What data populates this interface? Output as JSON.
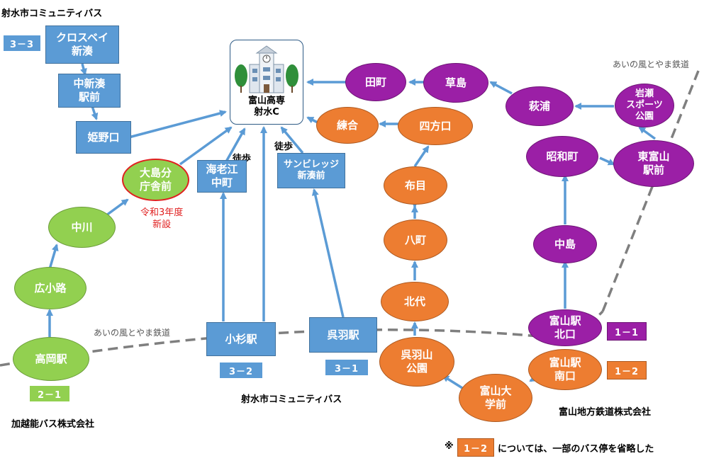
{
  "operators": {
    "imizu_top": "射水市コミュニティバス",
    "imizu_bottom": "射水市コミュニティバス",
    "kaetsuno": "加越能バス株式会社",
    "toyama_chitetsu": "富山地方鉄道株式会社"
  },
  "railway_labels": {
    "west": "あいの風とやま鉄道",
    "east": "あいの風とやま鉄道"
  },
  "walk_labels": {
    "ebie": "徒歩",
    "sun_village": "徒歩"
  },
  "new_stop_note": "令和3年度\n新設",
  "footnote": {
    "prefix": "※",
    "tag": "1－2",
    "text": "については、一部のバス停を省略した"
  },
  "destination": {
    "name": "富山高専\n射水C",
    "icon": "school-building-icon"
  },
  "route_tags": {
    "r33": "3－3",
    "r32": "3－2",
    "r31": "3－1",
    "r21": "2－1",
    "r11": "1－1",
    "r12": "1－2"
  },
  "stops": {
    "closs_bay": "クロスベイ\n新湊",
    "naka_shinminato": "中新湊\n駅前",
    "himenokuchi": "姫野口",
    "ebie_nakamachi": "海老江\n中町",
    "sun_village": "サンビレッジ\n新湊前",
    "kosugi": "小杉駅",
    "kureha": "呉羽駅",
    "oshimabun": "大島分\n庁舎前",
    "nakagawa": "中川",
    "hirokoji": "広小路",
    "takaoka": "高岡駅",
    "tamachi": "田町",
    "kusajima": "草島",
    "hagiura": "萩浦",
    "iwase": "岩瀬\nスポーツ\n公園",
    "showamachi": "昭和町",
    "higashi_toyama": "東富山\n駅前",
    "nakajima": "中島",
    "toyama_kita": "富山駅\n北口",
    "neriai": "練合",
    "yokatamachi": "四方口",
    "nunome": "布目",
    "hachimachi": "八町",
    "kitadai": "北代",
    "kureha_park": "呉羽山\n公園",
    "toyama_univ": "富山大\n学前",
    "toyama_minami": "富山駅\n南口"
  },
  "colors": {
    "arrow": "#5b9bd5",
    "imizu_box": "#5b9bd5",
    "chitetsu_north": "#9b1fa6",
    "chitetsu_south": "#ed7d31",
    "kaetsuno": "#92d050",
    "railway": "#7f7f7f"
  }
}
